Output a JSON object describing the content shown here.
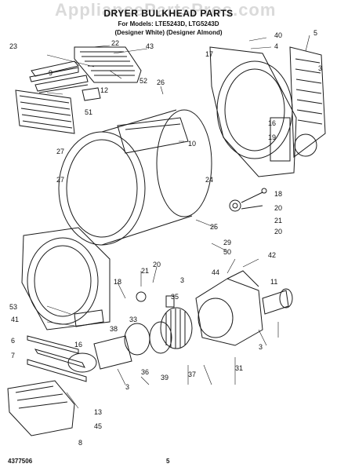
{
  "header": {
    "watermark": "AppliancePartsPros.com",
    "title": "DRYER BULKHEAD PARTS",
    "models_line": "For Models: LTE5243D, LTG5243D",
    "colors_line": "(Designer White) (Designer Almond)"
  },
  "footer": {
    "doc_number": "4377506",
    "page_number": "5"
  },
  "callouts": [
    "22",
    "43",
    "40",
    "4",
    "5",
    "23",
    "17",
    "3",
    "9",
    "52",
    "26",
    "12",
    "51",
    "16",
    "19",
    "10",
    "27",
    "27",
    "24",
    "18",
    "20",
    "21",
    "20",
    "25",
    "29",
    "50",
    "42",
    "18",
    "21",
    "20",
    "44",
    "11",
    "53",
    "3",
    "41",
    "35",
    "6",
    "16",
    "38",
    "33",
    "7",
    "36",
    "37",
    "31",
    "39",
    "3",
    "13",
    "45",
    "8",
    "3"
  ],
  "colors": {
    "line": "#1a1a1a",
    "background": "#ffffff"
  }
}
